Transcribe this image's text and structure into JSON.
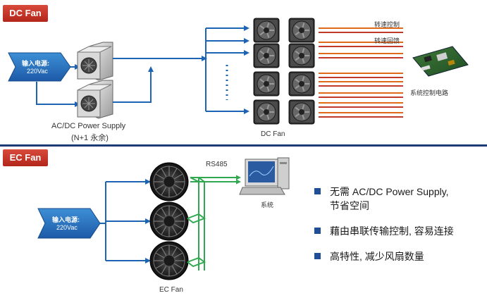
{
  "dc_section": {
    "badge": "DC Fan",
    "input_line1": "输入电源:",
    "input_line2": "220Vac",
    "psu_label": "AC/DC Power Supply",
    "psu_sublabel": "(N+1 永余)",
    "fan_label": "DC Fan",
    "wire_label_speed_control": "转速控制",
    "wire_label_speed_feedback": "转速回馈",
    "board_label": "系统控制电路"
  },
  "ec_section": {
    "badge": "EC Fan",
    "input_line1": "输入电源:",
    "input_line2": "220Vac",
    "bus_label": "RS485",
    "computer_label": "系统",
    "fan_label": "EC Fan",
    "bullets": [
      [
        "无需 AC/DC Power Supply,",
        "节省空间"
      ],
      [
        "藉由串联传输控制, 容易连接"
      ],
      [
        "高特性, 减少风扇数量"
      ]
    ]
  },
  "colors": {
    "badge_red": "#c23325",
    "arrow_blue": "#1d64b4",
    "divider_navy": "#1f3b73",
    "bus_green": "#2fa84f",
    "wire_orange": "#e06a1b",
    "wire_red": "#c0392b",
    "bullet_blue": "#1f4e96"
  },
  "icons": {
    "input": "input-arrow-icon",
    "psu": "power-supply-icon",
    "fan": "fan-icon",
    "board": "circuit-board-icon",
    "computer": "computer-icon"
  }
}
